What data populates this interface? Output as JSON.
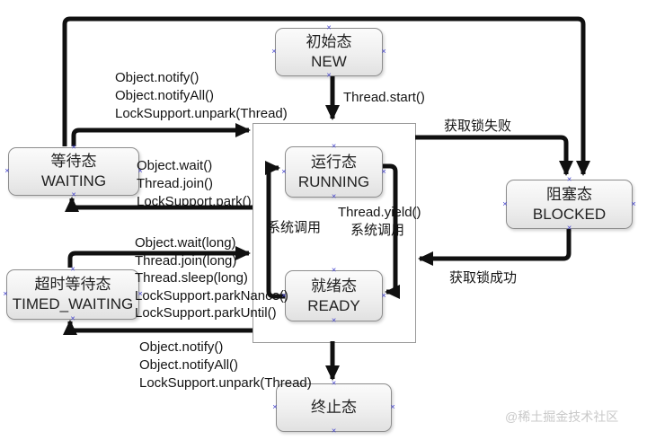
{
  "boxes": {
    "new": {
      "zh": "初始态",
      "en": "NEW"
    },
    "waiting": {
      "zh": "等待态",
      "en": "WAITING"
    },
    "timed_waiting": {
      "zh": "超时等待态",
      "en": "TIMED_WAITING"
    },
    "running": {
      "zh": "运行态",
      "en": "RUNNING"
    },
    "ready": {
      "zh": "就绪态",
      "en": "READY"
    },
    "blocked": {
      "zh": "阻塞态",
      "en": "BLOCKED"
    },
    "terminated": {
      "zh": "终止态"
    }
  },
  "labels": {
    "thread_start": "Thread.start()",
    "acquire_lock_fail": "获取锁失败",
    "acquire_lock_success": "获取锁成功",
    "thread_yield": "Thread.yield()",
    "syscall_left": "系统调用",
    "syscall_right": "系统调用",
    "waiting_wake": [
      "Object.notify()",
      "Object.notifyAll()",
      "LockSupport.unpark(Thread)"
    ],
    "to_waiting": [
      "Object.wait()",
      "Thread.join()",
      "LockSupport.park()"
    ],
    "to_timed_waiting": [
      "Object.wait(long)",
      "Thread.join(long)",
      "Thread.sleep(long)",
      "LockSupport.parkNanos()",
      "LockSupport.parkUntil()"
    ],
    "timed_wake": [
      "Object.notify()",
      "Object.notifyAll()",
      "LockSupport.unpark(Thread)"
    ]
  },
  "watermark": "@稀土掘金技术社区",
  "colors": {
    "arrow": "#101010",
    "box_border": "#8d8d8d",
    "box_fill_top": "#fbfbfb",
    "box_fill_bottom": "#e1e1e1",
    "handle_blue": "#4646cf",
    "watermark_gray": "#c9c9c9"
  }
}
